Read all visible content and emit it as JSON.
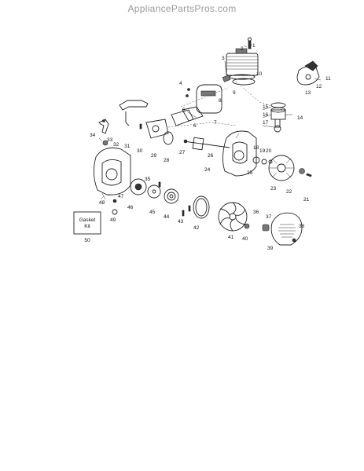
{
  "watermark": "AppliancePartsPros.com",
  "gasket_kit": {
    "line1": "Gasket",
    "line2": "Kit",
    "number": "50"
  },
  "part_labels": [
    "1",
    "2",
    "3",
    "4",
    "5",
    "6",
    "7",
    "8",
    "9",
    "10",
    "11",
    "12",
    "13",
    "14",
    "15",
    "16",
    "17",
    "18",
    "19",
    "20",
    "21",
    "22",
    "23",
    "24",
    "25",
    "26",
    "27",
    "28",
    "29",
    "30",
    "31",
    "32",
    "33",
    "34",
    "35",
    "36",
    "37",
    "38",
    "39",
    "40",
    "41",
    "42",
    "43",
    "44",
    "45",
    "46",
    "47",
    "48",
    "49"
  ]
}
